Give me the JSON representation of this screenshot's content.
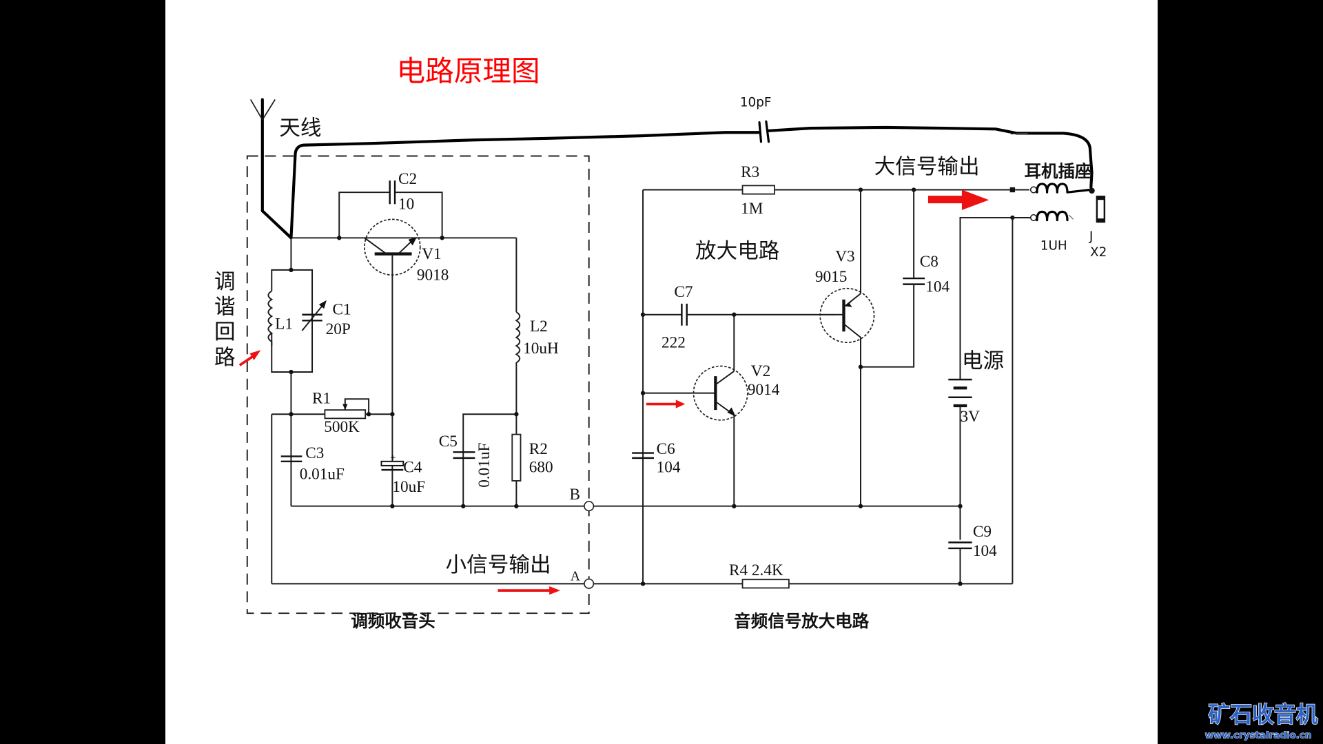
{
  "title": "电路原理图",
  "antenna": {
    "label": "天线"
  },
  "feedback_capacitor": {
    "value": "10pF"
  },
  "sections": {
    "tuner": "调频收音头",
    "amplifier": "音频信号放大电路",
    "tuning_loop": "调谐回路",
    "amp_circuit": "放大电路",
    "power": "电源"
  },
  "outputs": {
    "small_signal": "小信号输出",
    "large_signal": "大信号输出",
    "headphone_jack": "耳机插座"
  },
  "terminals": {
    "a": "A",
    "b": "B"
  },
  "components": {
    "C1": {
      "name": "C1",
      "value": "20P"
    },
    "C2": {
      "name": "C2",
      "value": "10"
    },
    "C3": {
      "name": "C3",
      "value": "0.01uF"
    },
    "C4": {
      "name": "C4",
      "value": "10uF"
    },
    "C5": {
      "name": "C5",
      "value": "0.01uF"
    },
    "C6": {
      "name": "C6",
      "value": "104"
    },
    "C7": {
      "name": "C7",
      "value": "222"
    },
    "C8": {
      "name": "C8",
      "value": "104"
    },
    "C9": {
      "name": "C9",
      "value": "104"
    },
    "L1": {
      "name": "L1"
    },
    "L2": {
      "name": "L2",
      "value": "10uH"
    },
    "L3": {
      "value": "1UH"
    },
    "R1": {
      "name": "R1",
      "value": "500K"
    },
    "R2": {
      "name": "R2",
      "value": "680"
    },
    "R3": {
      "name": "R3",
      "value": "1M"
    },
    "R4": {
      "name": "R4",
      "value": "2.4K",
      "full": "R4 2.4K"
    },
    "V1": {
      "name": "V1",
      "value": "9018"
    },
    "V2": {
      "name": "V2",
      "value": "9014"
    },
    "V3": {
      "name": "V3",
      "value": "9015"
    },
    "battery": {
      "value": "3V"
    },
    "jack": {
      "name": "J",
      "ref": "X2"
    }
  },
  "watermark": {
    "text": "矿石收音机",
    "url": "www.crystalradio.cn",
    "color": "#2a62c8"
  },
  "colors": {
    "title": "#ff0000",
    "arrow": "#ee1111"
  }
}
